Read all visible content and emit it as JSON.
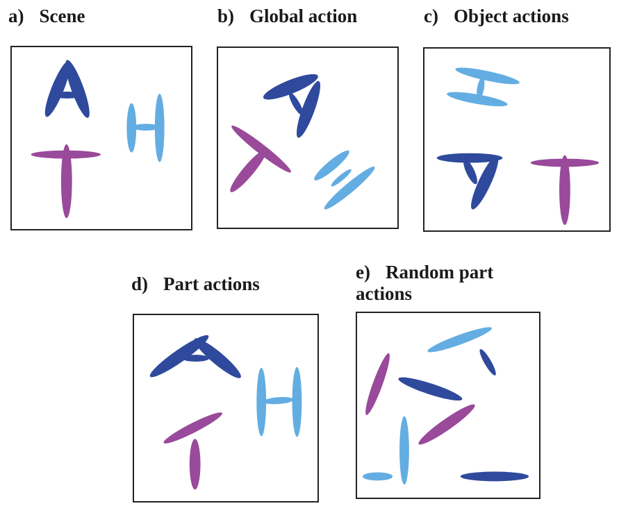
{
  "colors": {
    "dark_blue": "#2f4a9c",
    "light_blue": "#63ade2",
    "purple": "#994a9a",
    "border": "#222222"
  },
  "panels": [
    {
      "letter": "a)",
      "title": "Scene"
    },
    {
      "letter": "b)",
      "title": "Global action"
    },
    {
      "letter": "c)",
      "title": "Object actions"
    },
    {
      "letter": "d)",
      "title": "Part actions"
    },
    {
      "letter": "e)",
      "title": "Random part actions"
    }
  ],
  "letters_depicted": [
    "A",
    "H",
    "T"
  ]
}
